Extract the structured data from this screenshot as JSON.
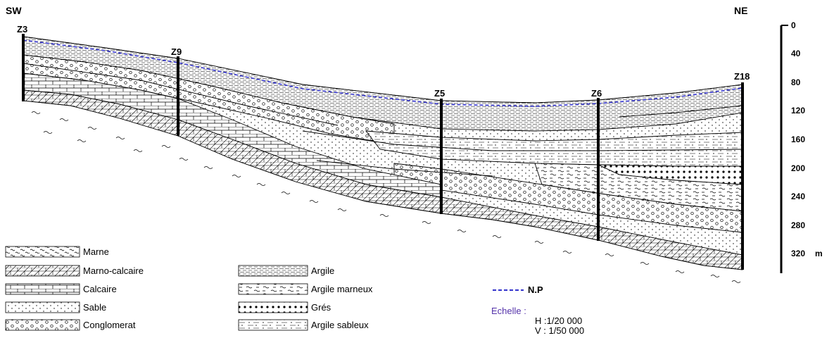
{
  "direction": {
    "left": "SW",
    "right": "NE"
  },
  "wells": [
    {
      "name": "Z3"
    },
    {
      "name": "Z9"
    },
    {
      "name": "Z5"
    },
    {
      "name": "Z6"
    },
    {
      "name": "Z18"
    }
  ],
  "depth_scale": {
    "ticks": [
      "0",
      "40",
      "80",
      "120",
      "160",
      "200",
      "240",
      "280",
      "320"
    ],
    "unit": "m"
  },
  "legend": {
    "marne": "Marne",
    "marno_calcaire": "Marno-calcaire",
    "calcaire": "Calcaire",
    "sable": "Sable",
    "conglomerat": "Conglomerat",
    "argile": "Argile",
    "argile_marneux": "Argile marneux",
    "gres": "Grés",
    "argile_sableux": "Argile sableux",
    "np": "N.P"
  },
  "scale_note": {
    "title": "Echelle :",
    "h": "H :1/20 000",
    "v": "V : 1/50 000"
  },
  "colors": {
    "np_line": "#3333cc",
    "echelle_text": "#5533aa",
    "ink": "#000000"
  }
}
